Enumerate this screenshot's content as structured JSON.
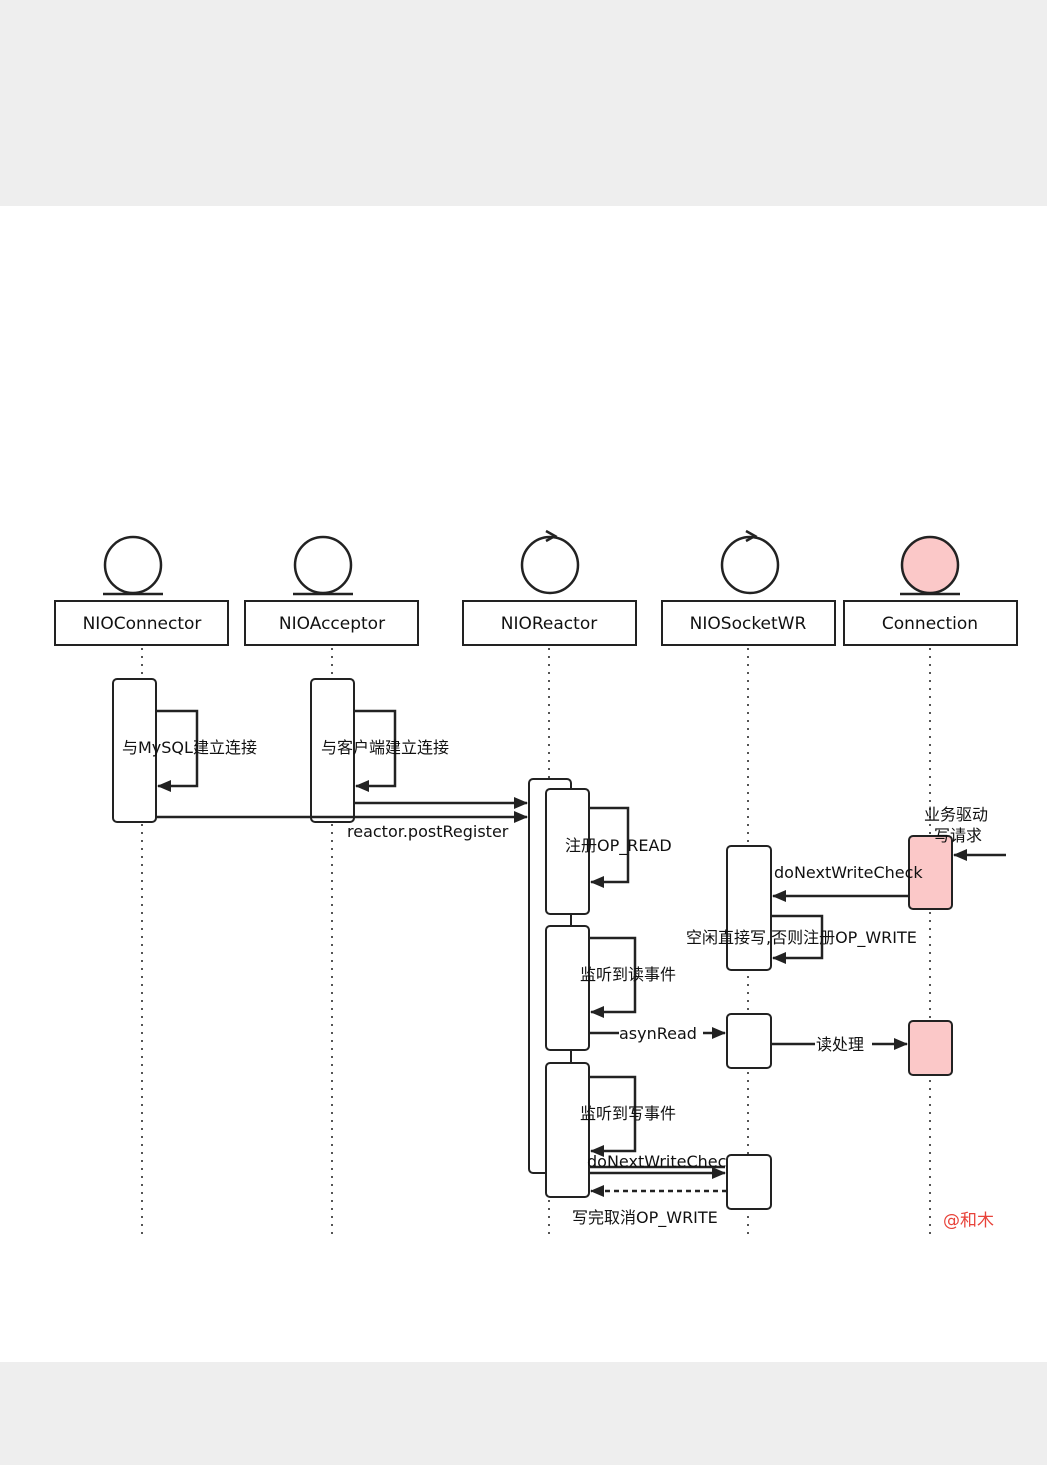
{
  "participants": [
    {
      "id": "connector",
      "label": "NIOConnector",
      "kind": "entity",
      "fill": "#ffffff"
    },
    {
      "id": "acceptor",
      "label": "NIOAcceptor",
      "kind": "entity",
      "fill": "#ffffff"
    },
    {
      "id": "reactor",
      "label": "NIOReactor",
      "kind": "control",
      "fill": "#ffffff"
    },
    {
      "id": "socketwr",
      "label": "NIOSocketWR",
      "kind": "control",
      "fill": "#ffffff"
    },
    {
      "id": "connection",
      "label": "Connection",
      "kind": "entity",
      "fill": "#fbc8c8"
    }
  ],
  "messages": {
    "connector_self": "与MySQL建立连接",
    "acceptor_self": "与客户端建立连接",
    "post_register": "reactor.postRegister",
    "register_read": "注册OP_READ",
    "business_write": "业务驱动\n写请求",
    "do_next_write_check_1": "doNextWriteCheck",
    "idle_write": "空闲直接写,否则注册OP_WRITE",
    "read_event": "监听到读事件",
    "asyn_read": "asynRead",
    "read_process": "读处理",
    "write_event": "监听到写事件",
    "do_next_write_check_2": "doNextWriteChec",
    "cancel_write": "写完取消OP_WRITE"
  },
  "watermark": "@和木",
  "colors": {
    "line": "#222222",
    "highlight": "#fbc8c8",
    "background_band": "#eeeeee",
    "watermark": "#e8433a"
  }
}
